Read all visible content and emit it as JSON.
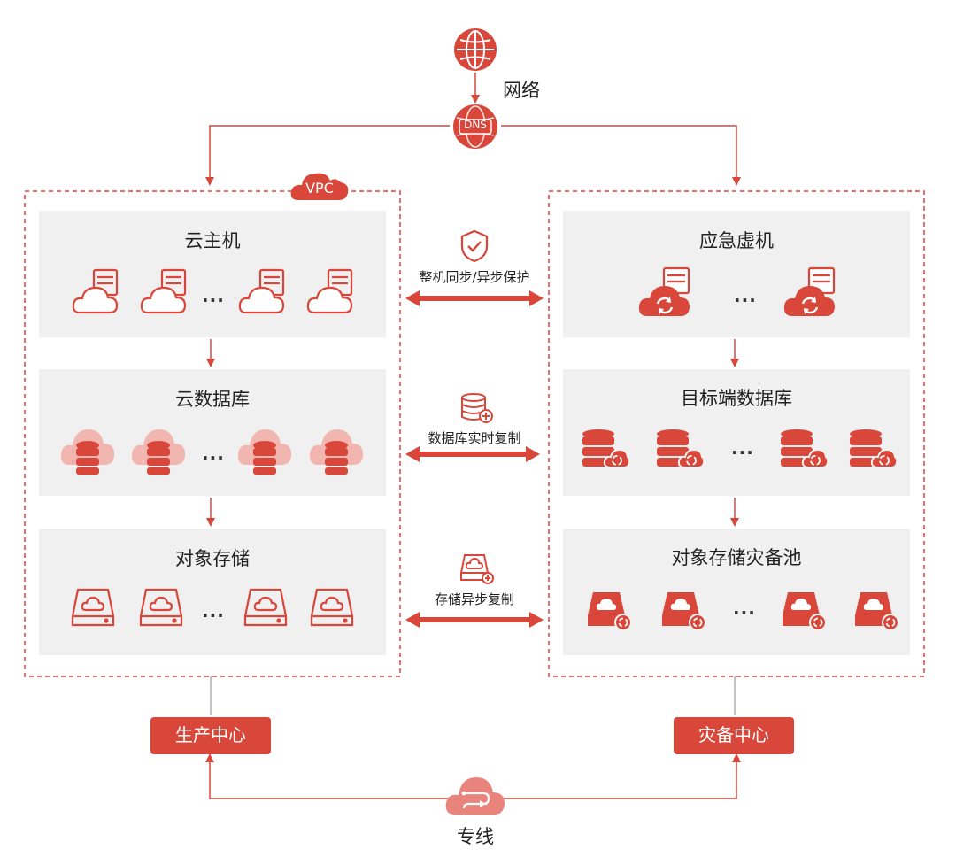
{
  "top": {
    "network_label": "网络",
    "dns_text": "DNS"
  },
  "production": {
    "vpc_label": "VPC",
    "badge": "生产中心",
    "host_title": "云主机",
    "db_title": "云数据库",
    "storage_title": "对象存储",
    "ellipsis": "..."
  },
  "disaster": {
    "badge": "灾备中心",
    "vm_title": "应急虚机",
    "db_title": "目标端数据库",
    "storage_title": "对象存储灾备池",
    "ellipsis": "..."
  },
  "links": {
    "vm_sync": "整机同步/异步保护",
    "db_repl": "数据库实时复制",
    "storage_repl": "存储异步复制"
  },
  "bottom": {
    "line_label": "专线"
  },
  "colors": {
    "accent": "#d9473b",
    "panel": "#f0f0f0",
    "light_red": "#f2b6b0"
  }
}
